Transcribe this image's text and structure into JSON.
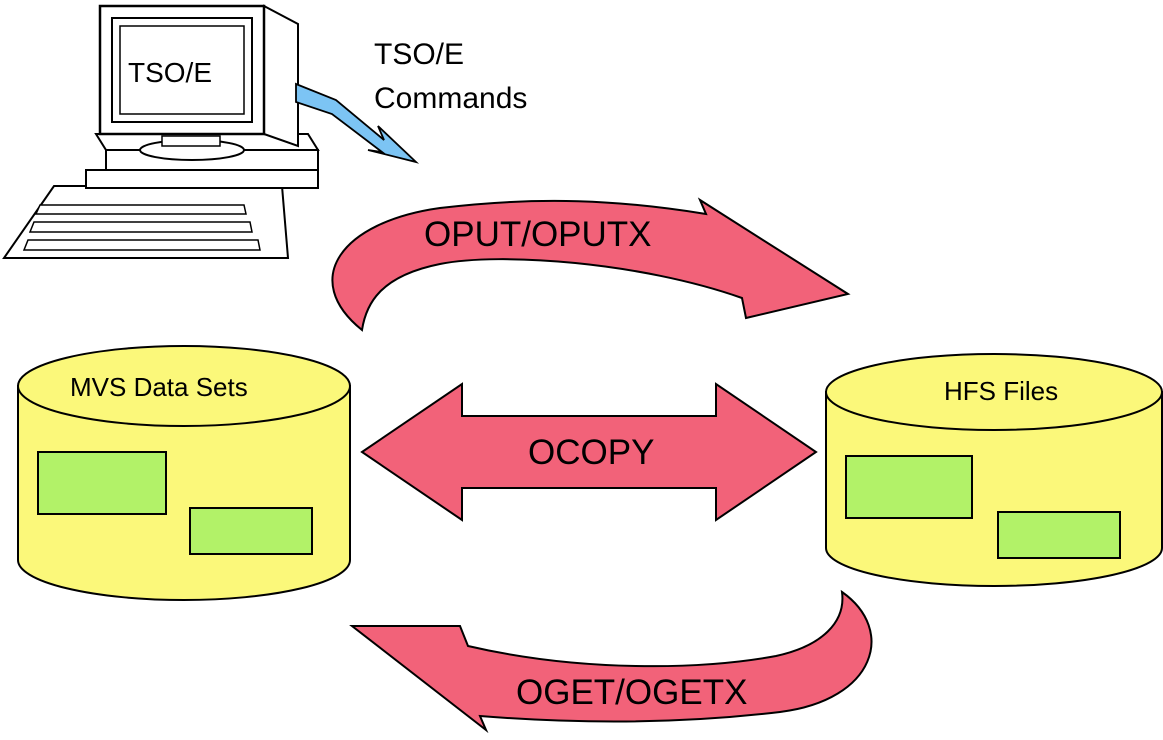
{
  "terminal": {
    "screen_label": "TSO/E"
  },
  "commands_label": {
    "line1": "TSO/E",
    "line2": "Commands"
  },
  "mvs": {
    "label": "MVS Data Sets"
  },
  "hfs": {
    "label": "HFS Files"
  },
  "arrows": {
    "oput": "OPUT/OPUTX",
    "ocopy": "OCOPY",
    "oget": "OGET/OGETX"
  },
  "colors": {
    "arrow_fill": "#f26279",
    "cylinder_fill": "#fbf87a",
    "block_fill": "#b2f268",
    "pointer_fill": "#7cc4f4"
  }
}
